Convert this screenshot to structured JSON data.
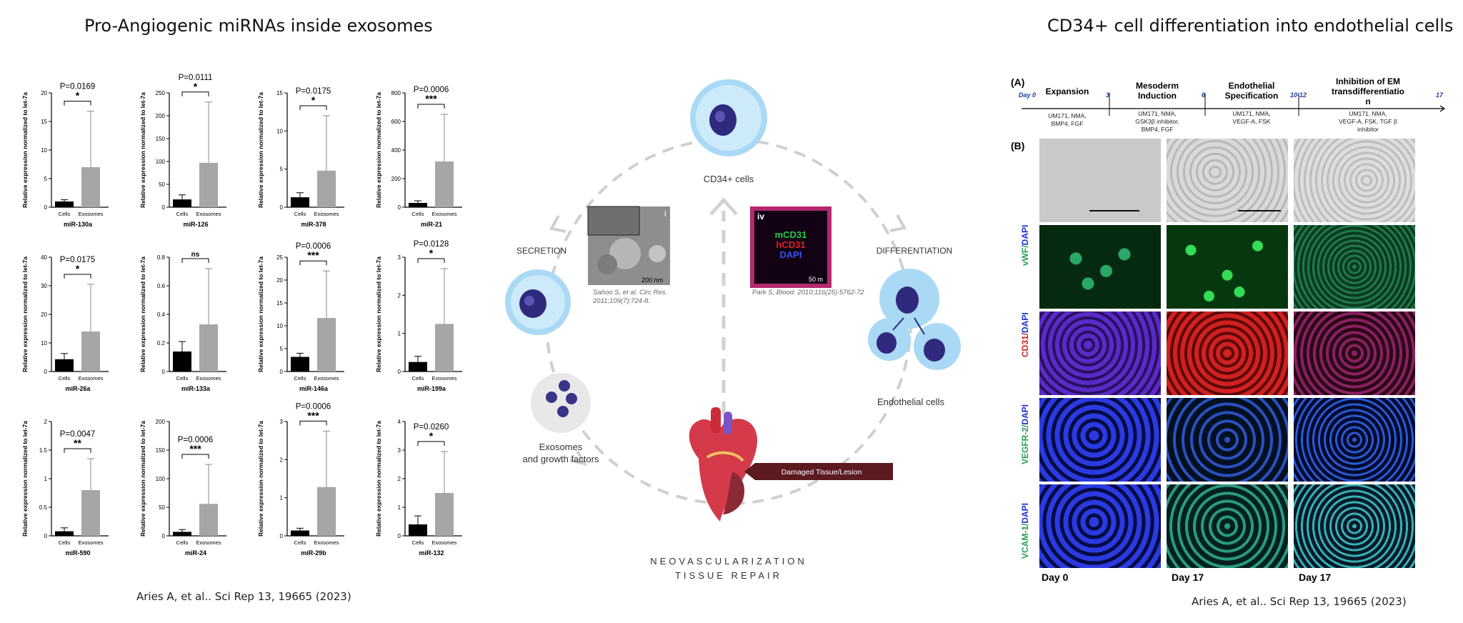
{
  "left": {
    "title": "Pro-Angiogenic miRNAs inside exosomes",
    "citation": "Aries A, et al.. Sci Rep 13, 19665 (2023)",
    "ylabel": "Relative expression normalized to let-7a",
    "categories": [
      "Cells",
      "Exosomes"
    ]
  },
  "chart_data": [
    {
      "type": "bar",
      "title": "miR-130a",
      "categories": [
        "Cells",
        "Exosomes"
      ],
      "values": [
        1,
        7
      ],
      "errors": [
        0.3,
        9.8
      ],
      "ylim": [
        0,
        20
      ],
      "ticks": [
        0,
        5,
        10,
        15,
        20
      ],
      "p": "P=0.0169",
      "sig": "*"
    },
    {
      "type": "bar",
      "title": "miR-126",
      "categories": [
        "Cells",
        "Exosomes"
      ],
      "values": [
        17,
        97
      ],
      "errors": [
        10,
        133
      ],
      "ylim": [
        0,
        250
      ],
      "ticks": [
        0,
        50,
        100,
        150,
        200,
        250
      ],
      "p": "P=0.0111",
      "sig": "*"
    },
    {
      "type": "bar",
      "title": "miR-378",
      "categories": [
        "Cells",
        "Exosomes"
      ],
      "values": [
        1.3,
        4.8
      ],
      "errors": [
        0.6,
        7.2
      ],
      "ylim": [
        0,
        15
      ],
      "ticks": [
        0,
        5,
        10,
        15
      ],
      "p": "P=0.0175",
      "sig": "*"
    },
    {
      "type": "bar",
      "title": "miR-21",
      "categories": [
        "Cells",
        "Exosomes"
      ],
      "values": [
        30,
        320
      ],
      "errors": [
        15,
        330
      ],
      "ylim": [
        0,
        800
      ],
      "ticks": [
        0,
        200,
        400,
        600,
        800
      ],
      "p": "P=0.0006",
      "sig": "***"
    },
    {
      "type": "bar",
      "title": "miR-26a",
      "categories": [
        "Cells",
        "Exosomes"
      ],
      "values": [
        4.3,
        14
      ],
      "errors": [
        2,
        16.5
      ],
      "ylim": [
        0,
        40
      ],
      "ticks": [
        0,
        10,
        20,
        30,
        40
      ],
      "p": "P=0.0175",
      "sig": "*"
    },
    {
      "type": "bar",
      "title": "miR-133a",
      "categories": [
        "Cells",
        "Exosomes"
      ],
      "values": [
        0.14,
        0.33
      ],
      "errors": [
        0.07,
        0.39
      ],
      "ylim": [
        0,
        0.8
      ],
      "ticks": [
        0,
        0.2,
        0.4,
        0.6,
        0.8
      ],
      "p": "",
      "sig": "ns"
    },
    {
      "type": "bar",
      "title": "miR-146a",
      "categories": [
        "Cells",
        "Exosomes"
      ],
      "values": [
        3.2,
        11.7
      ],
      "errors": [
        0.8,
        10.3
      ],
      "ylim": [
        0,
        25
      ],
      "ticks": [
        0,
        5,
        10,
        15,
        20,
        25
      ],
      "p": "P=0.0006",
      "sig": "***"
    },
    {
      "type": "bar",
      "title": "miR-199a",
      "categories": [
        "Cells",
        "Exosomes"
      ],
      "values": [
        0.25,
        1.25
      ],
      "errors": [
        0.15,
        1.45
      ],
      "ylim": [
        0,
        3
      ],
      "ticks": [
        0,
        1,
        2,
        3
      ],
      "p": "P=0.0128",
      "sig": "*"
    },
    {
      "type": "bar",
      "title": "miR-590",
      "categories": [
        "Cells",
        "Exosomes"
      ],
      "values": [
        0.08,
        0.8
      ],
      "errors": [
        0.06,
        0.55
      ],
      "ylim": [
        0,
        2.0
      ],
      "ticks": [
        0,
        0.5,
        1.0,
        1.5,
        2.0
      ],
      "p": "P=0.0047",
      "sig": "**"
    },
    {
      "type": "bar",
      "title": "miR-24",
      "categories": [
        "Cells",
        "Exosomes"
      ],
      "values": [
        7,
        56
      ],
      "errors": [
        4,
        69
      ],
      "ylim": [
        0,
        200
      ],
      "ticks": [
        0,
        50,
        100,
        150,
        200
      ],
      "p": "P=0.0006",
      "sig": "***"
    },
    {
      "type": "bar",
      "title": "miR-29b",
      "categories": [
        "Cells",
        "Exosomes"
      ],
      "values": [
        0.14,
        1.28
      ],
      "errors": [
        0.06,
        1.47
      ],
      "ylim": [
        0,
        3
      ],
      "ticks": [
        0,
        1,
        2,
        3
      ],
      "p": "P=0.0006",
      "sig": "***"
    },
    {
      "type": "bar",
      "title": "miR-132",
      "categories": [
        "Cells",
        "Exosomes"
      ],
      "values": [
        0.4,
        1.5
      ],
      "errors": [
        0.3,
        1.45
      ],
      "ylim": [
        0,
        4
      ],
      "ticks": [
        0,
        1,
        2,
        3,
        4
      ],
      "p": "P=0.0260",
      "sig": "*"
    }
  ],
  "center": {
    "cd34_label": "CD34+ cells",
    "secretion": "SECRETION",
    "differentiation": "DIFFERENTIATION",
    "exosomes_label_1": "Exosomes",
    "exosomes_label_2": "and growth factors",
    "endothelial_label": "Endothelial cells",
    "em_panel_label": "i",
    "em_scale": "200 nm",
    "em_citation_1": "Sahoo S, et al. Circ Res.",
    "em_citation_2": "2011;109(7):724-8.",
    "if_panel_label": "iv",
    "if_mcd31": "mCD31",
    "if_hcd31": "hCD31",
    "if_dapi": "DAPI",
    "if_scale": "50 m",
    "if_citation": "Park S, Blood. 2010;116(25):5762-72",
    "lesion_label": "Damaged Tissue/Lesion",
    "bottom_1": "NEOVASCULARIZATION",
    "bottom_2": "TISSUE REPAIR"
  },
  "right": {
    "title": "CD34+ cell differentiation into endothelial cells",
    "citation": "Aries A, et al.. Sci Rep 13, 19665 (2023)",
    "label_a": "(A)",
    "label_b": "(B)",
    "day0": "Day 0",
    "day3": "3",
    "day6": "6",
    "day1012": "10-12",
    "day17": "17",
    "stage1_title": "Expansion",
    "stage1_detail_1": "UM171, NMA,",
    "stage1_detail_2": "BMP4, FGF",
    "stage2_title_1": "Mesoderm",
    "stage2_title_2": "Induction",
    "stage2_detail_1": "UM171, NMA,",
    "stage2_detail_2": "GSK3β inhibitor,",
    "stage2_detail_3": "BMP4, FGF",
    "stage3_title_1": "Endothelial",
    "stage3_title_2": "Specification",
    "stage3_detail_1": "UM171, NMA,",
    "stage3_detail_2": "VEGF-A, FSK",
    "stage4_title_1": "Inhibition of EM",
    "stage4_title_2": "transdifferentiatio",
    "stage4_title_3": "n",
    "stage4_detail_1": "UM171, NMA,",
    "stage4_detail_2": "VEGF-A, FSK, TGF β",
    "stage4_detail_3": "inhibitor",
    "row_vwf": "vWF/",
    "row_cd31": "CD31/",
    "row_vegfr": "VEGFR-2/",
    "row_vcam": "VCAM-1/",
    "row_dapi": "DAPI",
    "col_day0": "Day 0",
    "col_day17a": "Day 17",
    "col_day17b": "Day 17"
  },
  "colors": {
    "cells_bar": "#000000",
    "exosomes_bar": "#a6a6a6",
    "cell_blue": "#a9d9f5",
    "nucleus": "#2f2a7d",
    "lesion": "#5b1a1f",
    "dapi": "#1b2fd6",
    "vwf_green": "#22b35a",
    "cd31_red": "#cc2222"
  }
}
